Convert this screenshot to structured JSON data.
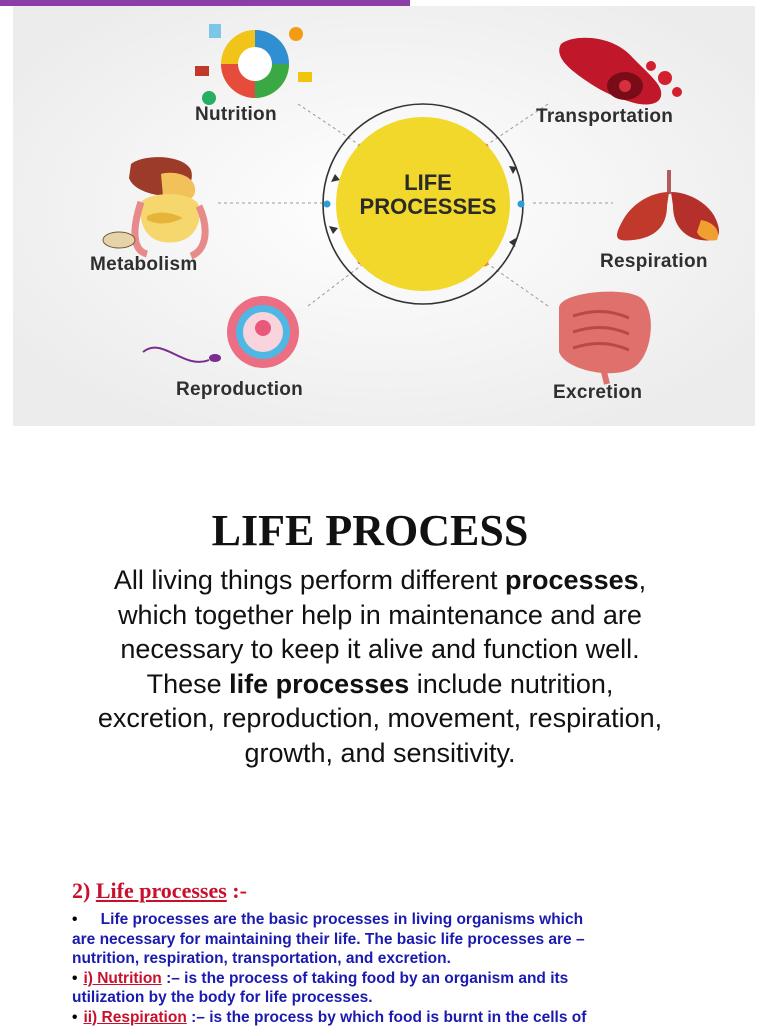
{
  "infographic": {
    "center_label_line1": "LIFE",
    "center_label_line2": "PROCESSES",
    "nodes": {
      "nutrition": "Nutrition",
      "transportation": "Transportation",
      "metabolism": "Metabolism",
      "respiration": "Respiration",
      "reproduction": "Reproduction",
      "excretion": "Excretion"
    },
    "colors": {
      "center_fill": "#f2d82b",
      "ring": "#333333",
      "background": "#efefef"
    }
  },
  "heading": "LIFE PROCESS",
  "paragraph": {
    "part1": "All living things perform different ",
    "bold1": "processes",
    "part2": ", which together help in maintenance and  are necessary to keep it alive and function well. These ",
    "bold2": "life processes",
    "part3": " include nutrition, excretion, reproduction, movement, respiration, growth, and sensitivity."
  },
  "notes": {
    "title_number": "2) ",
    "title_text": "Life processes",
    "title_suffix": " :-",
    "line1": "Life processes are the basic processes in living organisms which",
    "line2": "are necessary for maintaining their life. The basic life processes are –",
    "line3": "nutrition, respiration, transportation, and excretion.",
    "line4_label": "i) Nutrition",
    "line4_rest": " :– is the process of taking food by an organism and its",
    "line5": "utilization by the body for life processes.",
    "line6_label": "ii) Respiration",
    "line6_rest": " :– is the process by which food is burnt in the cells of"
  }
}
